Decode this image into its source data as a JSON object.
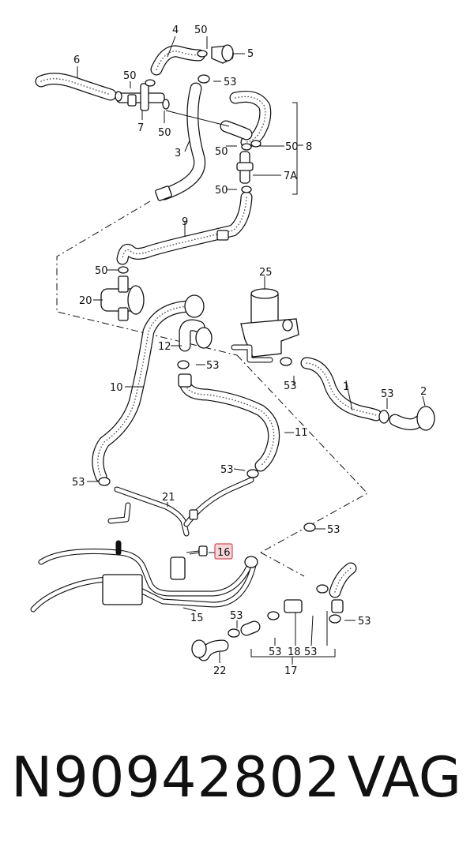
{
  "diagram": {
    "labels": {
      "l1": "1",
      "l2": "2",
      "l3": "3",
      "l4": "4",
      "l5": "5",
      "l6": "6",
      "l7": "7",
      "l7a": "7A",
      "l8": "8",
      "l9": "9",
      "l10": "10",
      "l11": "11",
      "l12": "12",
      "l15": "15",
      "l16": "16",
      "l17": "17",
      "l18": "18",
      "l20": "20",
      "l21": "21",
      "l22": "22",
      "l25": "25",
      "l50": "50",
      "l53": "53"
    },
    "highlighted_label": "16"
  },
  "footer": {
    "part_number": "N90942802",
    "brand": "VAG"
  }
}
